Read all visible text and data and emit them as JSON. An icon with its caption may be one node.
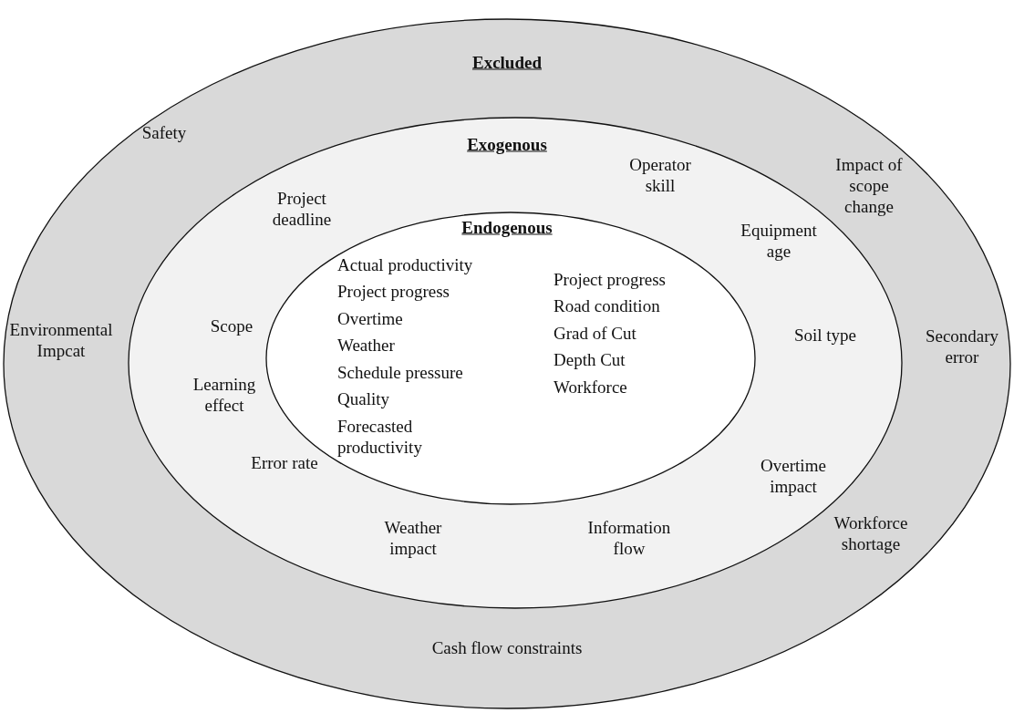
{
  "diagram": {
    "nodes": [
      {
        "text": [
          "Excluded",
          "Safety",
          "Impact of scope change",
          "Environmental Impcat",
          "Secondary error",
          "Workforce shortage",
          "Cash flow constraints"
        ]
      },
      {
        "text": [
          "Exogenous",
          "Project deadline",
          "Operator skill",
          "Equipment age",
          "Scope",
          "Soil type",
          "Learning effect",
          "Error rate",
          "Overtime impact",
          "Weather impact",
          "Information flow"
        ],
        "in": 0
      },
      {
        "text": [
          "Endogenous",
          "Actual productivity",
          "Project progress",
          "Overtime",
          "Weather",
          "Schedule pressure",
          "Quality",
          "Forecasted productivity",
          "Project progress",
          "Road condition",
          "Grad of Cut",
          "Depth Cut",
          "Workforce"
        ],
        "in": 1
      }
    ],
    "edges": []
  }
}
